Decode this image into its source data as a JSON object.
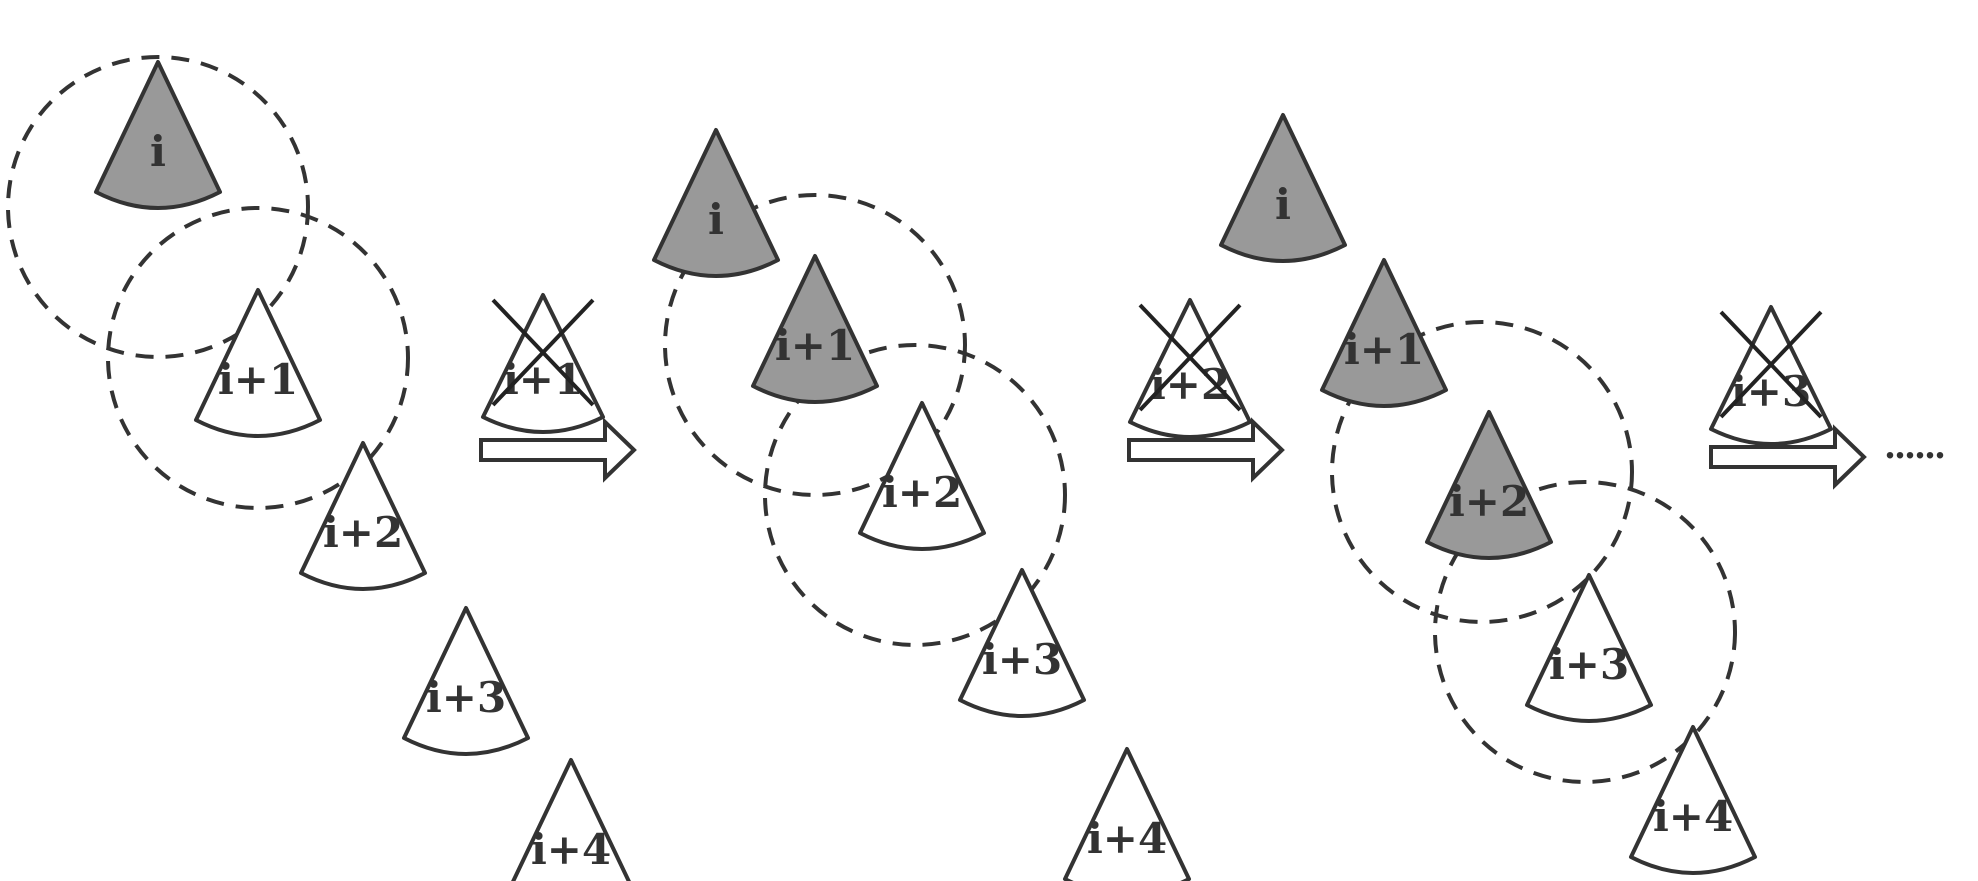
{
  "colors": {
    "stroke": "#333333",
    "active_fill": "#999999",
    "inactive_fill": "#ffffff",
    "text": "#333333"
  },
  "stages": [
    {
      "nodes": [
        {
          "label": "i",
          "active": true
        },
        {
          "label": "i+1",
          "active": false
        },
        {
          "label": "i+2",
          "active": false
        },
        {
          "label": "i+3",
          "active": false
        },
        {
          "label": "i+4",
          "active": false
        }
      ],
      "removed": {
        "label": "i+1"
      }
    },
    {
      "nodes": [
        {
          "label": "i",
          "active": true
        },
        {
          "label": "i+1",
          "active": true
        },
        {
          "label": "i+2",
          "active": false
        },
        {
          "label": "i+3",
          "active": false
        },
        {
          "label": "i+4",
          "active": false
        }
      ],
      "removed": {
        "label": "i+2"
      }
    },
    {
      "nodes": [
        {
          "label": "i",
          "active": true
        },
        {
          "label": "i+1",
          "active": true
        },
        {
          "label": "i+2",
          "active": true
        },
        {
          "label": "i+3",
          "active": false
        },
        {
          "label": "i+4",
          "active": false
        }
      ],
      "removed": {
        "label": "i+3"
      }
    }
  ],
  "continuation": "......"
}
